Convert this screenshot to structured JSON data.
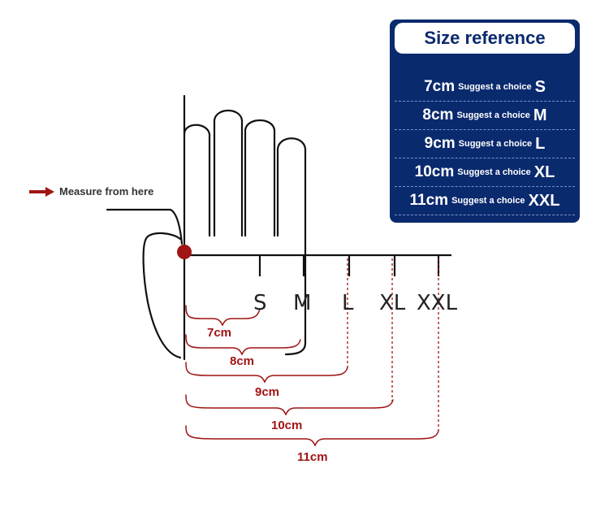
{
  "measure_label": "Measure from here",
  "size_letters": [
    "S",
    "M",
    "L",
    "XL",
    "XXL"
  ],
  "cm_labels": [
    "7cm",
    "8cm",
    "9cm",
    "10cm",
    "11cm"
  ],
  "size_reference": {
    "title": "Size reference",
    "rows": [
      {
        "cm": "7cm",
        "suggest": "Suggest a choice",
        "size": "S"
      },
      {
        "cm": "8cm",
        "suggest": "Suggest a choice",
        "size": "M"
      },
      {
        "cm": "9cm",
        "suggest": "Suggest a choice",
        "size": "L"
      },
      {
        "cm": "10cm",
        "suggest": "Suggest a choice",
        "size": "XL"
      },
      {
        "cm": "11cm",
        "suggest": "Suggest a choice",
        "size": "XXL"
      }
    ]
  },
  "colors": {
    "accent_red": "#a01414",
    "panel_blue": "#0a2a6e",
    "outline": "#111111"
  }
}
